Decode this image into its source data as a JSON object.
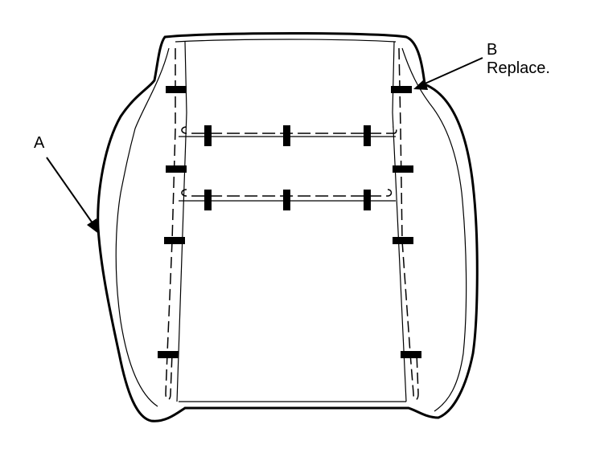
{
  "callouts": {
    "a": {
      "letter": "A"
    },
    "b": {
      "letter": "B",
      "note": "Replace."
    }
  },
  "colors": {
    "ink": "#000000",
    "paper": "#ffffff"
  }
}
